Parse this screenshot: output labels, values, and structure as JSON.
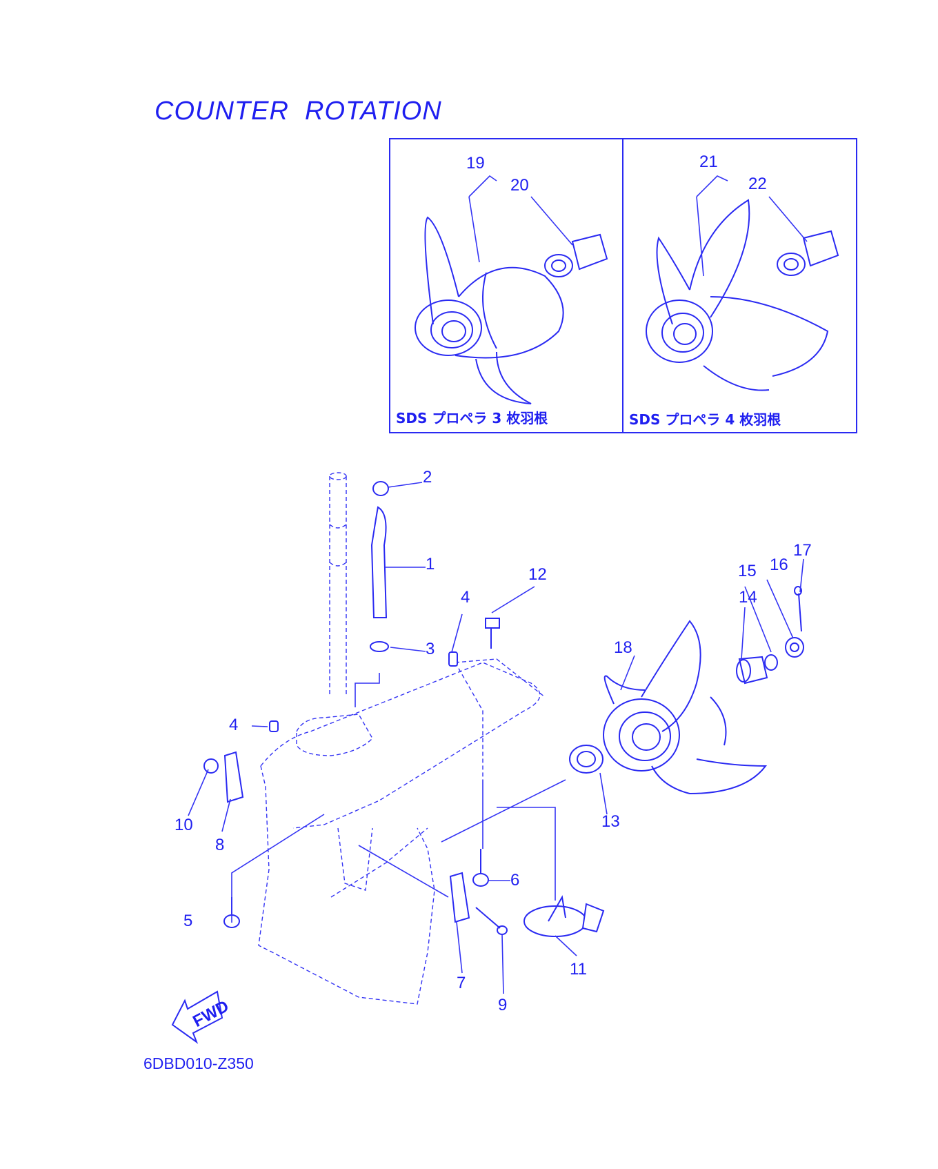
{
  "title": "COUNTER  ROTATION",
  "diagram_code": "6DBD010-Z350",
  "inset_left": {
    "caption": "SDS プロペラ 3 枚羽根"
  },
  "inset_right": {
    "caption": "SDS プロペラ 4 枚羽根"
  },
  "fwd_label": "FWD",
  "callouts": {
    "c1": "1",
    "c2": "2",
    "c3": "3",
    "c4a": "4",
    "c4b": "4",
    "c5": "5",
    "c6": "6",
    "c7": "7",
    "c8": "8",
    "c9": "9",
    "c10": "10",
    "c11": "11",
    "c12": "12",
    "c13": "13",
    "c14": "14",
    "c15": "15",
    "c16": "16",
    "c17": "17",
    "c18": "18",
    "c19": "19",
    "c20": "20",
    "c21": "21",
    "c22": "22"
  },
  "colors": {
    "ink": "#1f1ff0",
    "background": "#ffffff"
  }
}
